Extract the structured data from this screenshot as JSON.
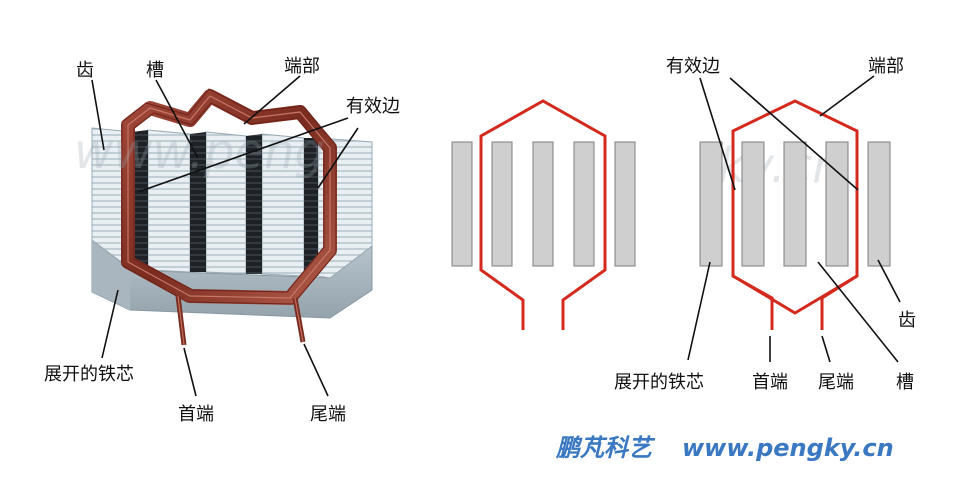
{
  "labels": {
    "tooth": "齿",
    "slot": "槽",
    "end_part": "端部",
    "effective_side": "有效边",
    "unrolled_core": "展开的铁芯",
    "lead_start": "首端",
    "lead_end": "尾端"
  },
  "watermark": {
    "left": "www.peng",
    "right": "ky.cn"
  },
  "footer": {
    "brand_cn": "鹏芃科艺",
    "brand_url": "www.pengky.cn"
  },
  "colors": {
    "coil": "#d42a1e",
    "coil_3d": "#8a3526",
    "tooth_fill": "#cfcfcf",
    "tooth_stroke": "#7d7d7d",
    "brand": "#3a78c2"
  }
}
